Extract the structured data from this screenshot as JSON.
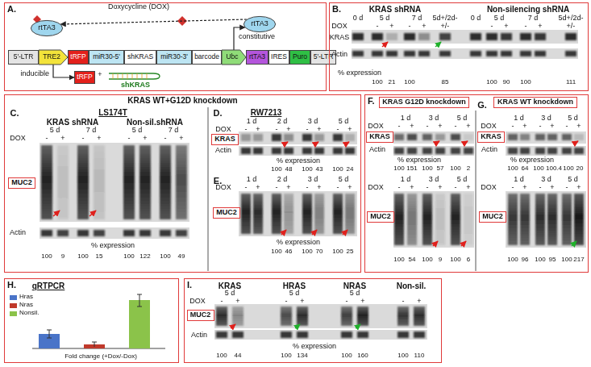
{
  "diagram": {
    "nodes": [
      {
        "text": [
          "A."
        ]
      },
      {
        "text": [
          "5'-LTR"
        ],
        "in": 0
      },
      {
        "text": [
          "TRE2"
        ],
        "in": 0
      },
      {
        "text": [
          "tRFP"
        ],
        "in": 0
      },
      {
        "text": [
          "miR30-5'"
        ],
        "in": 0
      },
      {
        "text": [
          "shKRAS"
        ],
        "in": 0
      },
      {
        "text": [
          "miR30-3'"
        ],
        "in": 0
      },
      {
        "text": [
          "barcode"
        ],
        "in": 0
      },
      {
        "text": [
          "Ubc"
        ],
        "in": 0
      },
      {
        "text": [
          "rtTA3"
        ],
        "in": 0
      },
      {
        "text": [
          "IRES"
        ],
        "in": 0
      },
      {
        "text": [
          "Puro"
        ],
        "in": 0
      },
      {
        "text": [
          "5'-LTR"
        ],
        "in": 0
      },
      {
        "text": [
          "rtTA3"
        ],
        "in": 0
      },
      {
        "text": [
          "rtTA3"
        ],
        "in": 0
      },
      {
        "text": [
          "tRFP"
        ],
        "in": 0
      },
      {
        "text": [
          "B."
        ]
      },
      {
        "text": [
          "KRAS WT+G12D knockdown"
        ]
      },
      {
        "text": [
          "MUC2"
        ],
        "in": 17
      },
      {
        "text": [
          "KRAS"
        ],
        "in": 17
      },
      {
        "text": [
          "MUC2"
        ],
        "in": 17
      },
      {
        "text": [
          "F."
        ]
      },
      {
        "text": [
          "KRAS G12D knockdown"
        ],
        "in": 21
      },
      {
        "text": [
          "KRAS"
        ],
        "in": 21
      },
      {
        "text": [
          "MUC2"
        ],
        "in": 21
      },
      {
        "text": [
          "KRAS WT knockdown"
        ],
        "in": 21
      },
      {
        "text": [
          "KRAS"
        ],
        "in": 21
      },
      {
        "text": [
          "MUC2"
        ],
        "in": 21
      },
      {
        "text": [
          "H."
        ]
      },
      {
        "text": [
          "I."
        ]
      },
      {
        "text": [
          "MUC2"
        ],
        "in": 29
      }
    ],
    "edges": [
      {
        "from": 2,
        "to": 15,
        "label": "inducible",
        "arrow": "to"
      },
      {
        "from": 8,
        "to": 14,
        "label": "constitutive",
        "arrow": "to"
      },
      {
        "from": 14,
        "to": 13,
        "arrow": "to"
      }
    ],
    "labels": [
      "Doxycycline (DOX)",
      "+",
      "shKRAS",
      "KRAS shRNA",
      "Non-silencing shRNA",
      "0 d",
      "5 d",
      "7 d",
      "5d+/2d-",
      "0 d",
      "5 d",
      "7 d",
      "5d+/2d-",
      "DOX",
      "-",
      "+",
      "-",
      "+",
      "+/-",
      "-",
      "+",
      "-",
      "+",
      "+/-",
      "KRAS",
      "Actin",
      "% expression",
      "100",
      "21",
      "100",
      "85",
      "100",
      "90",
      "100",
      "111",
      "C.",
      "LS174T",
      "KRAS shRNA",
      "Non-sil.shRNA",
      "5 d",
      "7 d",
      "5 d",
      "7 d",
      "DOX",
      "-",
      "+",
      "-",
      "+",
      "-",
      "+",
      "-",
      "+",
      "Actin",
      "% expression",
      "100",
      "9",
      "100",
      "15",
      "100",
      "122",
      "100",
      "49",
      "D.",
      "RW7213",
      "1 d",
      "2 d",
      "3 d",
      "5 d",
      "DOX",
      "-",
      "+",
      "-",
      "+",
      "-",
      "+",
      "-",
      "+",
      "Actin",
      "% expression",
      "100",
      "48",
      "100",
      "43",
      "100",
      "24",
      "E.",
      "1 d",
      "2 d",
      "3 d",
      "5 d",
      "DOX",
      "-",
      "+",
      "-",
      "+",
      "-",
      "+",
      "-",
      "+",
      "% expression",
      "100",
      "46",
      "100",
      "70",
      "100",
      "25",
      "G.",
      "1 d",
      "3 d",
      "5 d",
      "DOX",
      "-",
      "+",
      "-",
      "+",
      "-",
      "+",
      "Actin",
      "% expression",
      "100",
      "151",
      "100",
      "57",
      "100",
      "2",
      "1 d",
      "3 d",
      "5 d",
      "DOX",
      "-",
      "+",
      "-",
      "+",
      "-",
      "+",
      "100",
      "54",
      "100",
      "9",
      "100",
      "6",
      "1 d",
      "3 d",
      "5 d",
      "DOX",
      "-",
      "+",
      "-",
      "+",
      "-",
      "+",
      "Actin",
      "% expression",
      "100",
      "64",
      "100",
      "100.4",
      "100",
      "20",
      "1 d",
      "3 d",
      "5 d",
      "DOX",
      "-",
      "+",
      "-",
      "+",
      "-",
      "+",
      "100",
      "96",
      "100",
      "95",
      "100",
      "217",
      "qRTPCR",
      "Fold change (+Dox/-Dox)",
      "KRAS",
      "HRAS",
      "NRAS",
      "Non-sil.",
      "5 d",
      "5 d",
      "5 d",
      "DOX",
      "-",
      "+",
      "-",
      "+",
      "-",
      "+",
      "-",
      "+",
      "Actin",
      "% expression",
      "100",
      "44",
      "100",
      "134",
      "100",
      "160",
      "100",
      "110"
    ],
    "legend": [
      {
        "text": "Hras",
        "color": "#4a74c8"
      },
      {
        "text": "Nras",
        "color": "#c0392b"
      },
      {
        "text": "Nonsil.",
        "color": "#8bc34a"
      }
    ]
  }
}
